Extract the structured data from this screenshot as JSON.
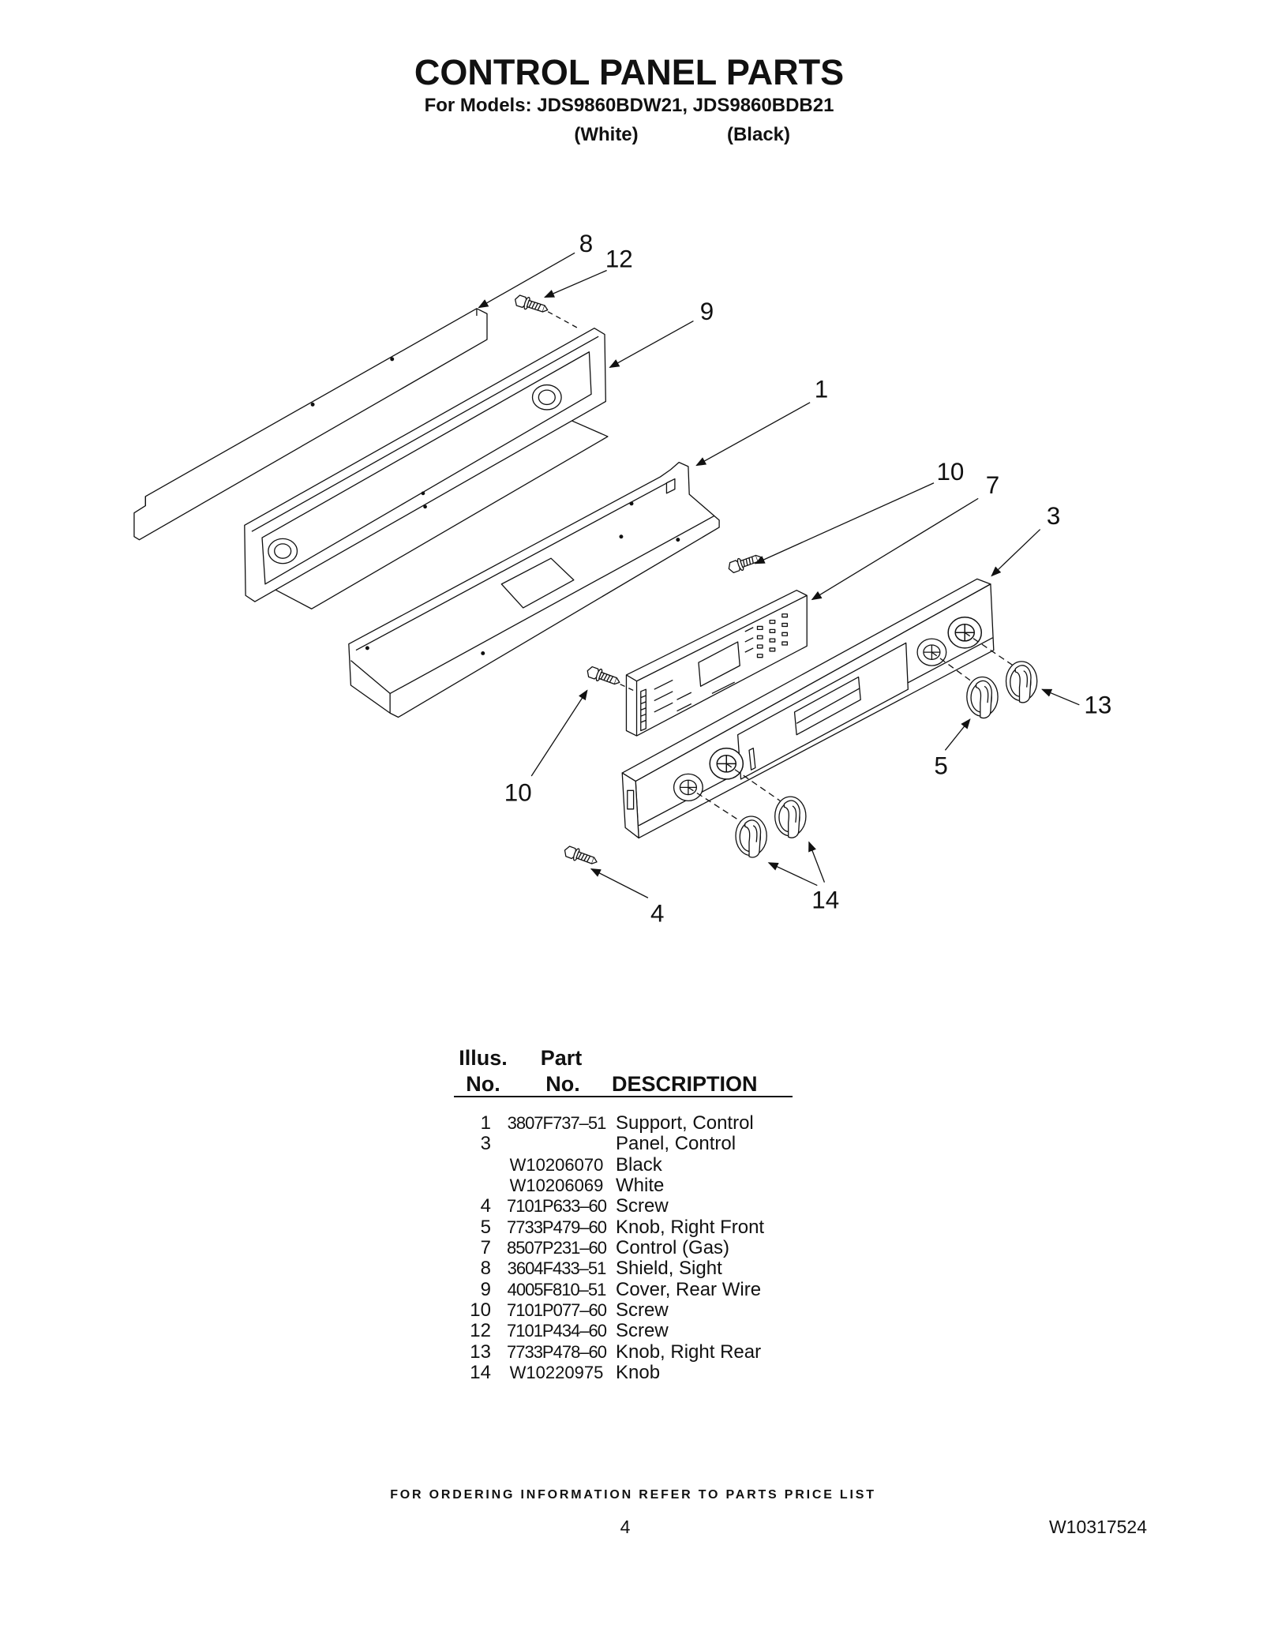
{
  "page": {
    "title": "CONTROL PANEL PARTS",
    "models_line": "For Models: JDS9860BDW21, JDS9860BDB21",
    "color_white": "(White)",
    "color_black": "(Black)"
  },
  "diagram": {
    "callouts": [
      "8",
      "12",
      "9",
      "1",
      "10",
      "7",
      "3",
      "13",
      "5",
      "10",
      "14",
      "4"
    ]
  },
  "parts_table": {
    "headers": {
      "illus_line1": "Illus.",
      "illus_line2": "No.",
      "part_line1": "Part",
      "part_line2": "No.",
      "description": "DESCRIPTION"
    },
    "rows": [
      {
        "illus": "1",
        "part": "3807F737–51",
        "description": "Support, Control"
      },
      {
        "illus": "3",
        "part": "",
        "description": "Panel, Control"
      },
      {
        "illus": "",
        "part": "W10206070",
        "description": "Black"
      },
      {
        "illus": "",
        "part": "W10206069",
        "description": "White"
      },
      {
        "illus": "4",
        "part": "7101P633–60",
        "description": "Screw"
      },
      {
        "illus": "5",
        "part": "7733P479–60",
        "description": "Knob, Right Front"
      },
      {
        "illus": "7",
        "part": "8507P231–60",
        "description": "Control (Gas)"
      },
      {
        "illus": "8",
        "part": "3604F433–51",
        "description": "Shield, Sight"
      },
      {
        "illus": "9",
        "part": "4005F810–51",
        "description": "Cover, Rear Wire"
      },
      {
        "illus": "10",
        "part": "7101P077–60",
        "description": "Screw"
      },
      {
        "illus": "12",
        "part": "7101P434–60",
        "description": "Screw"
      },
      {
        "illus": "13",
        "part": "7733P478–60",
        "description": "Knob, Right Rear"
      },
      {
        "illus": "14",
        "part": "W10220975",
        "description": "Knob"
      }
    ]
  },
  "footer": {
    "ordering_note": "FOR ORDERING INFORMATION REFER TO PARTS PRICE LIST",
    "page_number": "4",
    "document_number": "W10317524"
  }
}
